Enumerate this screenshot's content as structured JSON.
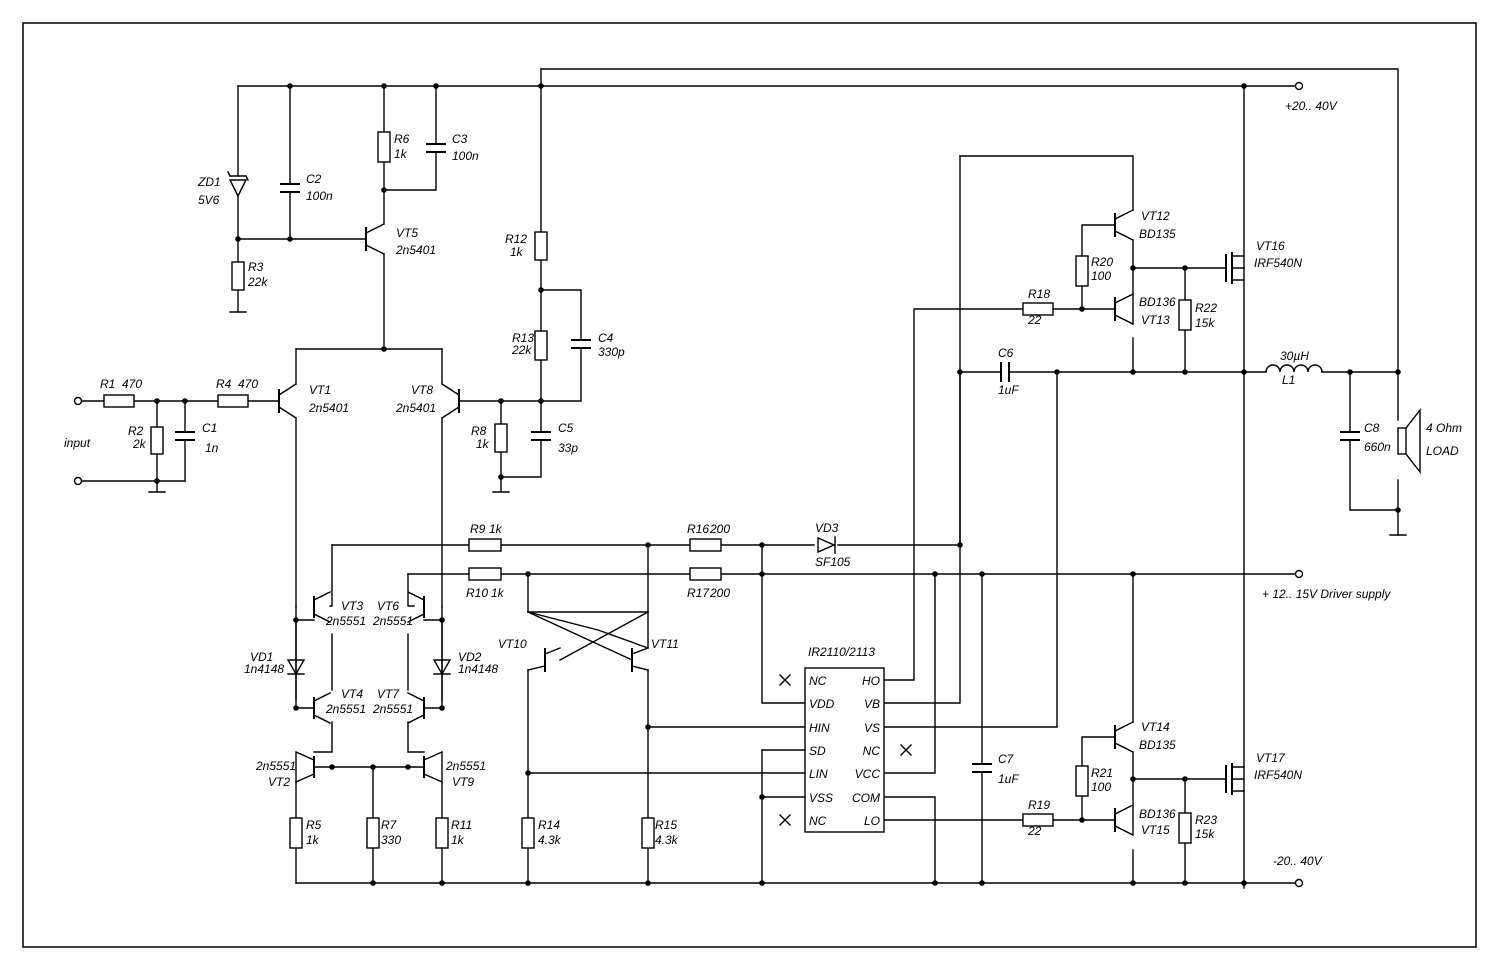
{
  "input_label": "input",
  "rails": {
    "pos": "+20.. 40V",
    "neg": "-20.. 40V",
    "driver": "+ 12.. 15V Driver supply"
  },
  "components": {
    "R1": {
      "ref": "R1",
      "val": "470"
    },
    "R2": {
      "ref": "R2",
      "val": "2k"
    },
    "R3": {
      "ref": "R3",
      "val": "22k"
    },
    "R4": {
      "ref": "R4",
      "val": "470"
    },
    "R5": {
      "ref": "R5",
      "val": "1k"
    },
    "R6": {
      "ref": "R6",
      "val": "1k"
    },
    "R7": {
      "ref": "R7",
      "val": "330"
    },
    "R8": {
      "ref": "R8",
      "val": "1k"
    },
    "R9": {
      "ref": "R9",
      "val": "1k"
    },
    "R10": {
      "ref": "R10",
      "val": "1k"
    },
    "R11": {
      "ref": "R11",
      "val": "1k"
    },
    "R12": {
      "ref": "R12",
      "val": "1k"
    },
    "R13": {
      "ref": "R13",
      "val": "22k"
    },
    "R14": {
      "ref": "R14",
      "val": "4.3k"
    },
    "R15": {
      "ref": "R15",
      "val": "4.3k"
    },
    "R16": {
      "ref": "R16",
      "val": "200"
    },
    "R17": {
      "ref": "R17",
      "val": "200"
    },
    "R18": {
      "ref": "R18",
      "val": "22"
    },
    "R19": {
      "ref": "R19",
      "val": "22"
    },
    "R20": {
      "ref": "R20",
      "val": "100"
    },
    "R21": {
      "ref": "R21",
      "val": "100"
    },
    "R22": {
      "ref": "R22",
      "val": "15k"
    },
    "R23": {
      "ref": "R23",
      "val": "15k"
    },
    "C1": {
      "ref": "C1",
      "val": "1n"
    },
    "C2": {
      "ref": "C2",
      "val": "100n"
    },
    "C3": {
      "ref": "C3",
      "val": "100n"
    },
    "C4": {
      "ref": "C4",
      "val": "330p"
    },
    "C5": {
      "ref": "C5",
      "val": "33p"
    },
    "C6": {
      "ref": "C6",
      "val": "1uF"
    },
    "C7": {
      "ref": "C7",
      "val": "1uF"
    },
    "C8": {
      "ref": "C8",
      "val": "660n"
    },
    "ZD1": {
      "ref": "ZD1",
      "val": "5V6"
    },
    "VD1": {
      "ref": "VD1",
      "val": "1n4148"
    },
    "VD2": {
      "ref": "VD2",
      "val": "1n4148"
    },
    "VD3": {
      "ref": "VD3",
      "val": "SF105"
    },
    "VT1": {
      "ref": "VT1",
      "val": "2n5401"
    },
    "VT2": {
      "ref": "VT2",
      "val": "2n5551"
    },
    "VT3": {
      "ref": "VT3",
      "val": "2n5551"
    },
    "VT4": {
      "ref": "VT4",
      "val": "2n5551"
    },
    "VT5": {
      "ref": "VT5",
      "val": "2n5401"
    },
    "VT6": {
      "ref": "VT6",
      "val": "2n5551"
    },
    "VT7": {
      "ref": "VT7",
      "val": "2n5551"
    },
    "VT8": {
      "ref": "VT8",
      "val": "2n5401"
    },
    "VT9": {
      "ref": "VT9",
      "val": "2n5551"
    },
    "VT10": {
      "ref": "VT10"
    },
    "VT11": {
      "ref": "VT11"
    },
    "VT12": {
      "ref": "VT12",
      "val": "BD135"
    },
    "VT13": {
      "ref": "VT13",
      "val": "BD136"
    },
    "VT14": {
      "ref": "VT14",
      "val": "BD135"
    },
    "VT15": {
      "ref": "VT15",
      "val": "BD136"
    },
    "VT16": {
      "ref": "VT16",
      "val": "IRF540N"
    },
    "VT17": {
      "ref": "VT17",
      "val": "IRF540N"
    },
    "L1": {
      "ref": "L1",
      "val": "30µH"
    },
    "LOAD": {
      "ref": "LOAD",
      "val": "4 Ohm"
    }
  },
  "ic": {
    "name": "IR2110/2113",
    "left_pins": [
      "NC",
      "VDD",
      "HIN",
      "SD",
      "LIN",
      "VSS",
      "NC"
    ],
    "right_pins": [
      "HO",
      "VB",
      "VS",
      "NC",
      "VCC",
      "COM",
      "LO"
    ]
  }
}
